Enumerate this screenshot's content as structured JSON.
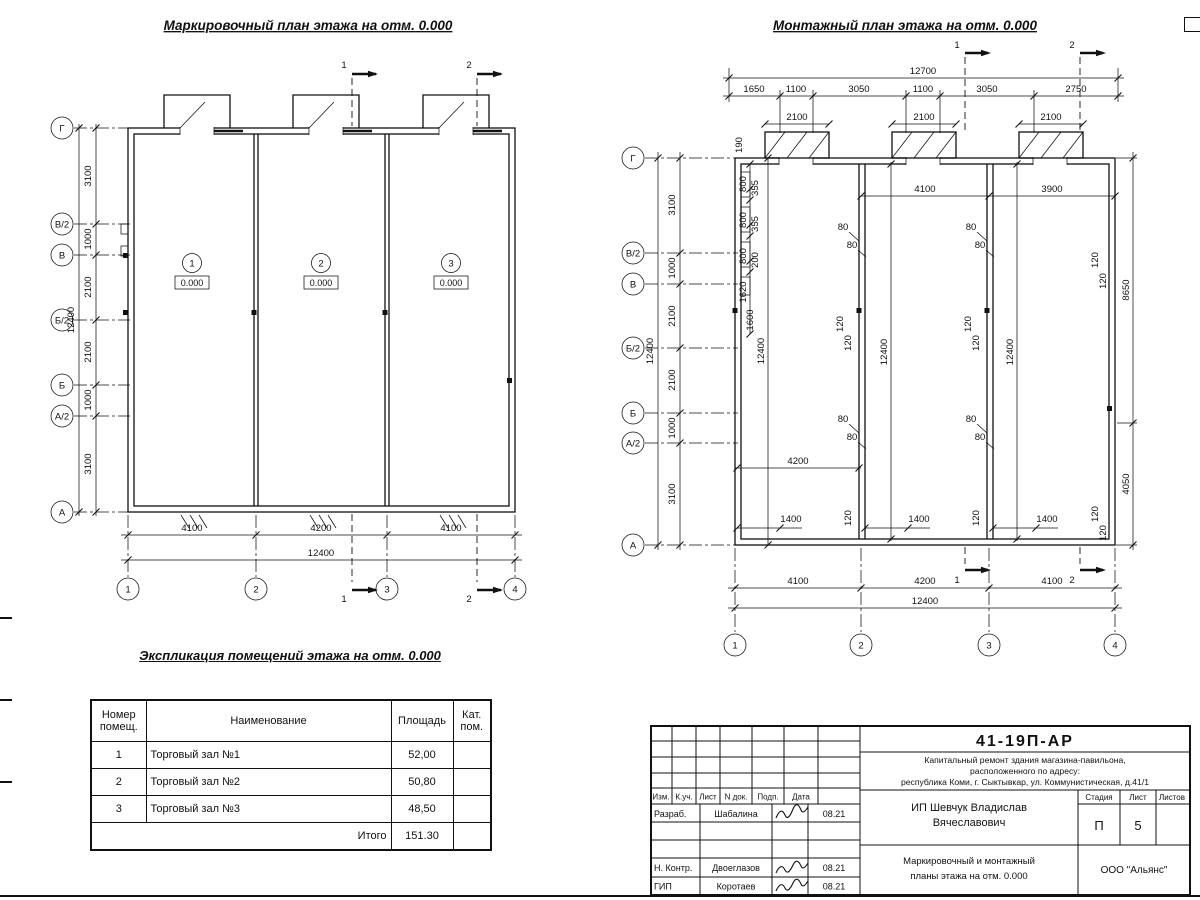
{
  "plan_left": {
    "title": "Маркировочный план этажа на отм. 0.000",
    "sec_top": [
      "1",
      "2"
    ],
    "sec_bottom": [
      "1",
      "2"
    ],
    "axes_rows": [
      "Г",
      "В/2",
      "В",
      "Б/2",
      "Б",
      "А/2",
      "А"
    ],
    "dims_left": [
      "3100",
      "1000",
      "2100",
      "2100",
      "1000",
      "3100"
    ],
    "dim_left_total": "12400",
    "room_nums": [
      "1",
      "2",
      "3"
    ],
    "room_elevs": [
      "0.000",
      "0.000",
      "0.000"
    ],
    "dims_bottom": [
      "4100",
      "4200",
      "4100"
    ],
    "dim_bottom_total": "12400",
    "axes_cols": [
      "1",
      "2",
      "3",
      "4"
    ]
  },
  "plan_right": {
    "title": "Монтажный план этажа на отм. 0.000",
    "sec_top": [
      "1",
      "2"
    ],
    "sec_bottom": [
      "1",
      "2"
    ],
    "dim_top_total": "12700",
    "dims_top": [
      "1650",
      "1100",
      "3050",
      "1100",
      "3050",
      "2750"
    ],
    "dims_canopy": [
      "2100",
      "2100",
      "2100"
    ],
    "dim_190": "190",
    "axes_rows": [
      "Г",
      "В/2",
      "В",
      "Б/2",
      "Б",
      "А/2",
      "А"
    ],
    "dims_left": [
      "3100",
      "1000",
      "2100",
      "2100",
      "1000",
      "3100"
    ],
    "dim_left_total": "12400",
    "stack_left": [
      "800",
      "355",
      "800",
      "355",
      "800",
      "200",
      "1620",
      "1600"
    ],
    "dim_left_inner_total": "12400",
    "dims_span_top": [
      "4100",
      "3900"
    ],
    "dims_80": [
      "80",
      "80",
      "80",
      "80",
      "80",
      "80",
      "80",
      "80"
    ],
    "dims_120": [
      "120",
      "120",
      "120",
      "120",
      "120",
      "120",
      "120",
      "120",
      "120",
      "120"
    ],
    "dims_1400": [
      "1400",
      "1400",
      "1400"
    ],
    "dim_8650": "8650",
    "dim_4050": "4050",
    "dim_4200": "4200",
    "dims_12400_inner": [
      "12400",
      "12400"
    ],
    "dims_bottom": [
      "4100",
      "4200",
      "4100"
    ],
    "dim_bottom_total": "12400",
    "axes_cols": [
      "1",
      "2",
      "3",
      "4"
    ]
  },
  "room_table": {
    "title": "Экспликация помещений этажа на отм. 0.000",
    "headers": [
      "Номер\nпомещ.",
      "Наименование",
      "Площадь",
      "Кат.\nпом."
    ],
    "rows": [
      {
        "num": "1",
        "name": "Торговый зал №1",
        "area": "52,00",
        "cat": ""
      },
      {
        "num": "2",
        "name": "Торговый зал №2",
        "area": "50,80",
        "cat": ""
      },
      {
        "num": "3",
        "name": "Торговый зал №3",
        "area": "48,50",
        "cat": ""
      }
    ],
    "total_label": "Итого",
    "total_value": "151.30"
  },
  "title_block": {
    "doc_number": "41-19П-АР",
    "description": [
      "Капитальный ремонт здания магазина-павильона,",
      "расположенного по адресу:",
      "республика Коми, г. Сыктывкар, ул. Коммунистическая, д.41/1"
    ],
    "columns": [
      "Изм.",
      "К.уч.",
      "Лист",
      "N док.",
      "Подп.",
      "Дата"
    ],
    "signers": [
      {
        "role": "Разраб.",
        "name": "Шабалина",
        "date": "08.21"
      },
      {
        "role": "Н. Контр.",
        "name": "Двоеглазов",
        "date": "08.21"
      },
      {
        "role": "ГИП",
        "name": "Коротаев",
        "date": "08.21"
      }
    ],
    "client": [
      "ИП Шевчук Владислав",
      "Вячеславович"
    ],
    "stage_label": "Стадия",
    "sheet_label": "Лист",
    "sheets_label": "Листов",
    "stage_value": "П",
    "sheet_value": "5",
    "sheets_value": "",
    "subject": [
      "Маркировочный и монтажный",
      "планы этажа на отм. 0.000"
    ],
    "company": "ООО \"Альянс\""
  }
}
